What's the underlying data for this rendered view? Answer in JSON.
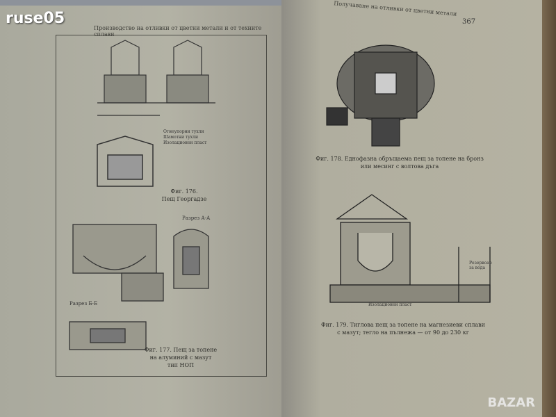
{
  "watermark": "ruse05",
  "watermark_bottom": "BAZAR",
  "left_page": {
    "running_head": "Производство на отливки от цветни метали и от техните сплави",
    "fig176": {
      "label": "Фиг. 176.",
      "title": "Пещ Георгадзе"
    },
    "fig177": {
      "line1": "Фиг. 177. Пещ за топене",
      "line2": "на алуминий с мазут",
      "line3": "тип НОП"
    },
    "legend": [
      "Огнеупорни тухли",
      "Шамотни тухли",
      "Изолационен пласт"
    ],
    "section_labels": [
      "Разрез А-А",
      "Разрез Б-Б"
    ]
  },
  "right_page": {
    "running_head": "Получаване на отливки от цветни метали",
    "page_number": "367",
    "fig178": {
      "line1": "Фиг. 178. Еднофазна обръщаема пещ за топене на бронз",
      "line2": "или месинг с волтова дъга"
    },
    "fig179": {
      "line1": "Фиг. 179. Тиглова пещ за топене на магнезиеви сплави",
      "line2": "с мазут; тегло на пълнежа — от 90 до 230 кг"
    },
    "labels": [
      "Изолационен пласт",
      "Резервоар за вода"
    ]
  }
}
